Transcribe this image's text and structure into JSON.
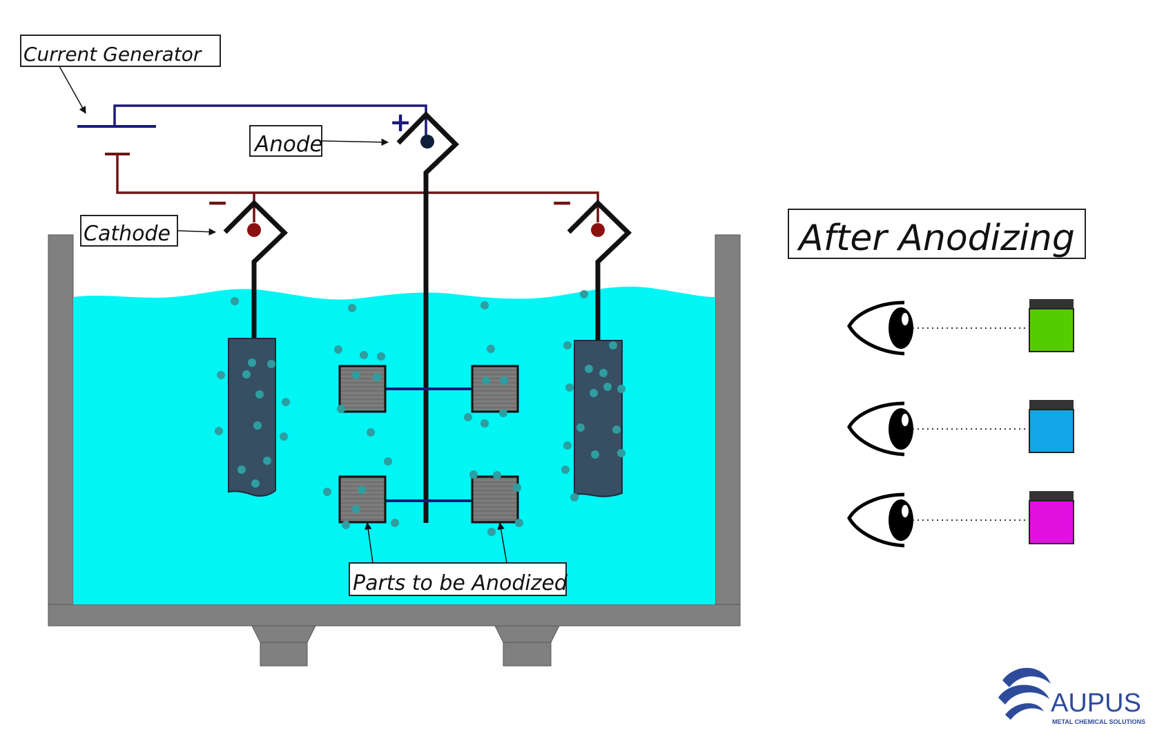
{
  "labels": {
    "current_generator": "Current Generator",
    "anode": "Anode",
    "cathode": "Cathode",
    "parts": "Parts to be Anodized",
    "after_anodizing": "After Anodizing"
  },
  "polarity": {
    "positive": "+",
    "negative_left": "−",
    "negative_right": "−"
  },
  "brand": {
    "name": "AUPUS",
    "tagline": "METAL CHEMICAL SOLUTIONS"
  },
  "colors": {
    "electrolyte": "#00f5f5",
    "tank": "#808080",
    "cathode_plate": "#364f63",
    "parts": "#777777",
    "bubbles": "#2e9ea0",
    "positive_wire": "#1a1a7a",
    "negative_wire": "#6e1414",
    "result_swatches": [
      "#55cc00",
      "#12a6e6",
      "#e010e0"
    ]
  }
}
